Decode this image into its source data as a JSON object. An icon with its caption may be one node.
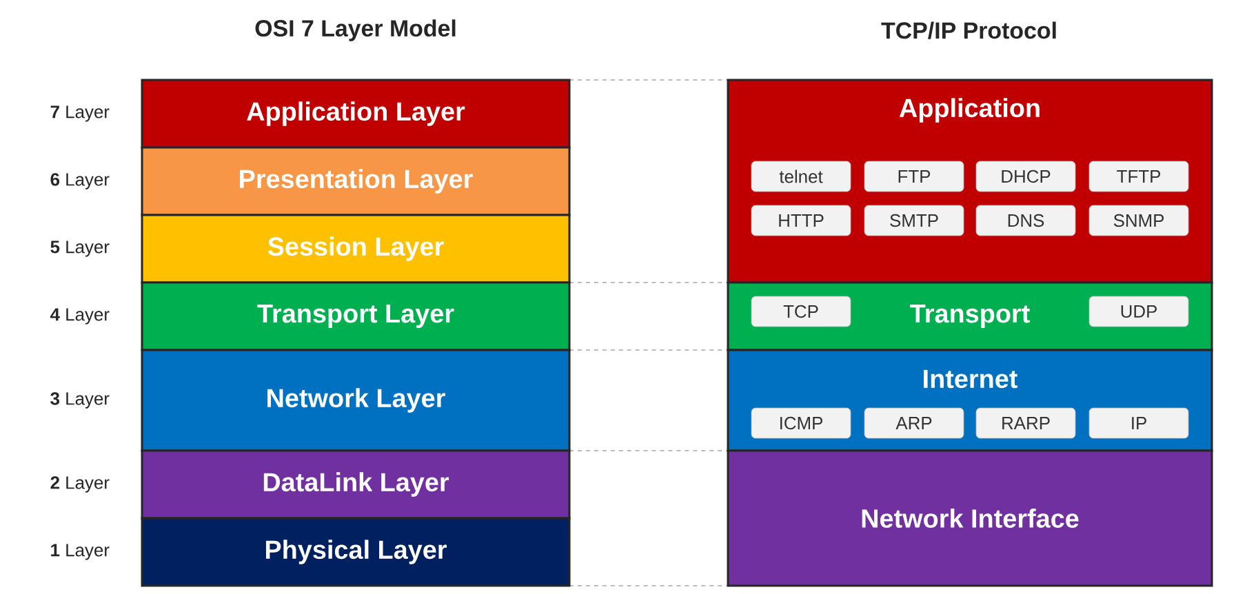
{
  "diagram": {
    "nodes": [
      {
        "text": [
          "Application Layer"
        ],
        "beside": [
          "**7** Layer"
        ]
      },
      {
        "text": [
          "Presentation Layer"
        ],
        "beside": [
          "**6** Layer"
        ]
      },
      {
        "text": [
          "Session Layer"
        ],
        "beside": [
          "**5** Layer"
        ]
      },
      {
        "text": [
          "Transport Layer"
        ],
        "beside": [
          "**4** Layer"
        ]
      },
      {
        "text": [
          "Network Layer"
        ],
        "beside": [
          "**3** Layer"
        ]
      },
      {
        "text": [
          "DataLink Layer"
        ],
        "beside": [
          "**2** Layer"
        ]
      },
      {
        "text": [
          "Physical Layer"
        ],
        "beside": [
          "**1** Layer"
        ]
      },
      {
        "text": [
          "Application"
        ]
      },
      {
        "text": [
          "telnet"
        ],
        "in": 7
      },
      {
        "text": [
          "FTP"
        ],
        "in": 7
      },
      {
        "text": [
          "DHCP"
        ],
        "in": 7
      },
      {
        "text": [
          "TFTP"
        ],
        "in": 7
      },
      {
        "text": [
          "HTTP"
        ],
        "in": 7
      },
      {
        "text": [
          "SMTP"
        ],
        "in": 7
      },
      {
        "text": [
          "DNS"
        ],
        "in": 7
      },
      {
        "text": [
          "SNMP"
        ],
        "in": 7
      },
      {
        "text": [
          "Transport"
        ]
      },
      {
        "text": [
          "TCP"
        ],
        "in": 16
      },
      {
        "text": [
          "UDP"
        ],
        "in": 16
      },
      {
        "text": [
          "Internet"
        ]
      },
      {
        "text": [
          "ICMP"
        ],
        "in": 19
      },
      {
        "text": [
          "ARP"
        ],
        "in": 19
      },
      {
        "text": [
          "RARP"
        ],
        "in": 19
      },
      {
        "text": [
          "IP"
        ],
        "in": 19
      },
      {
        "text": [
          "Network Interface"
        ]
      }
    ],
    "labels": [
      "OSI 7 Layer Model",
      "TCP/IP Protocol"
    ]
  }
}
